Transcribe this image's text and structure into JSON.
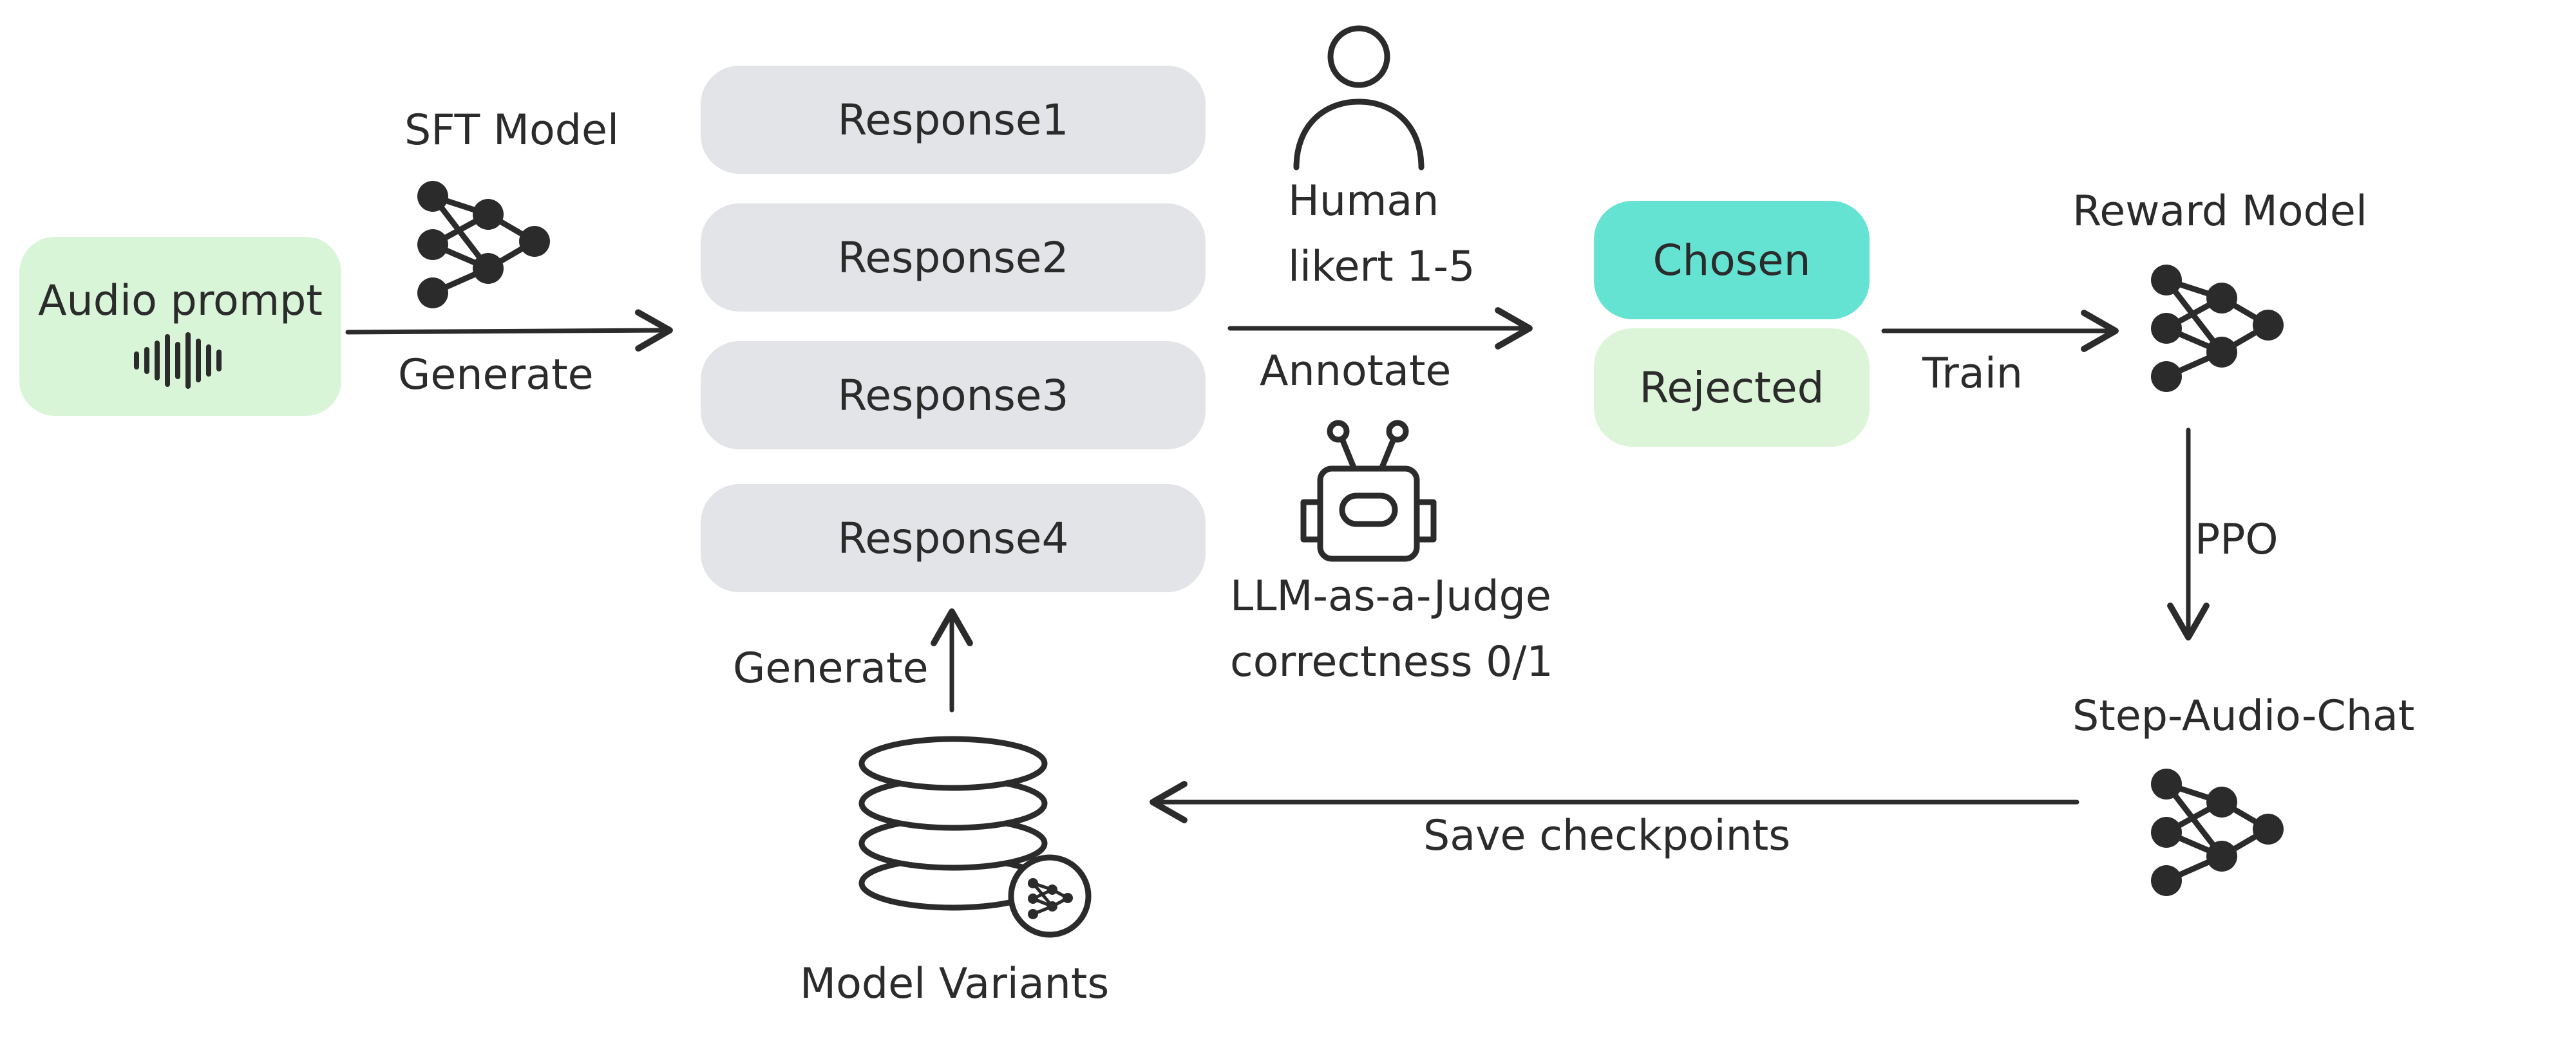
{
  "nodes": {
    "audio_prompt": "Audio prompt",
    "sft_model": "SFT Model",
    "responses": [
      "Response1",
      "Response2",
      "Response3",
      "Response4"
    ],
    "human": {
      "line1": "Human",
      "line2": "likert 1-5"
    },
    "llm_judge": {
      "line1": "LLM-as-a-Judge",
      "line2": "correctness 0/1"
    },
    "chosen": "Chosen",
    "rejected": "Rejected",
    "reward_model": "Reward Model",
    "step_audio_chat": "Step-Audio-Chat",
    "model_variants": "Model Variants"
  },
  "edges": {
    "generate_top": "Generate",
    "annotate": "Annotate",
    "train": "Train",
    "ppo": "PPO",
    "save_checkpoints": "Save checkpoints",
    "generate_bottom": "Generate"
  },
  "icons": {
    "network": "neural-network-icon",
    "waveform": "audio-waveform-icon",
    "person": "person-icon",
    "robot": "robot-icon",
    "database": "database-stack-icon"
  },
  "colors": {
    "audio_prompt_fill": "#d9f5d8",
    "response_fill": "#e3e4e7",
    "chosen_fill": "#64e3d3",
    "rejected_fill": "#dcf5d8",
    "ink": "#2b2b2b"
  }
}
